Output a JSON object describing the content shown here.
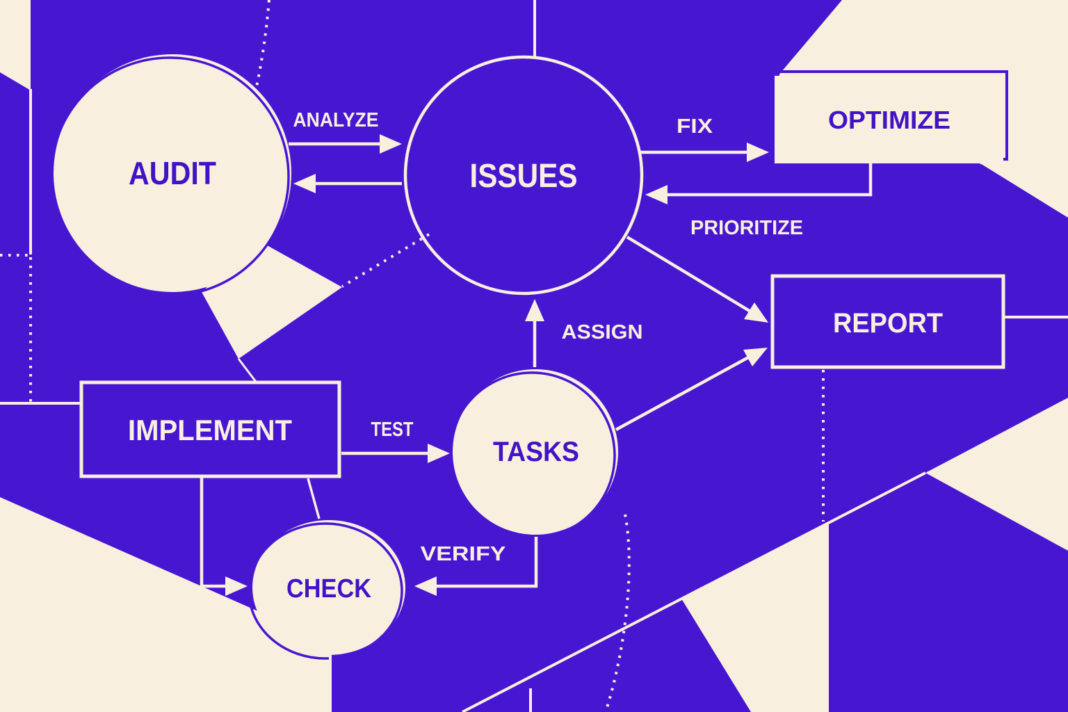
{
  "palette": {
    "purple": "#4716d1",
    "cream": "#f8efdf",
    "text_purple": "#4213c6"
  },
  "diagram": {
    "title": "process-flowchart",
    "nodes": [
      {
        "id": "audit",
        "label": "AUDIT",
        "shape": "circle"
      },
      {
        "id": "issues",
        "label": "ISSUES",
        "shape": "circle"
      },
      {
        "id": "optimize",
        "label": "OPTIMIZE",
        "shape": "rect"
      },
      {
        "id": "report",
        "label": "REPORT",
        "shape": "rect"
      },
      {
        "id": "implement",
        "label": "IMPLEMENT",
        "shape": "rect"
      },
      {
        "id": "tasks",
        "label": "TASKS",
        "shape": "circle"
      },
      {
        "id": "check",
        "label": "CHECK",
        "shape": "ellipse"
      }
    ],
    "edges": [
      {
        "from": "audit",
        "to": "issues",
        "label": "ANALYZE"
      },
      {
        "from": "issues",
        "to": "audit",
        "label": ""
      },
      {
        "from": "issues",
        "to": "optimize",
        "label": "FIX"
      },
      {
        "from": "optimize",
        "to": "issues",
        "label": "PRIORITIZE"
      },
      {
        "from": "tasks",
        "to": "issues",
        "label": "ASSIGN"
      },
      {
        "from": "issues",
        "to": "report",
        "label": ""
      },
      {
        "from": "tasks",
        "to": "report",
        "label": ""
      },
      {
        "from": "implement",
        "to": "tasks",
        "label": "TEST"
      },
      {
        "from": "tasks",
        "to": "check",
        "label": "VERIFY"
      },
      {
        "from": "implement",
        "to": "check",
        "label": ""
      }
    ]
  }
}
